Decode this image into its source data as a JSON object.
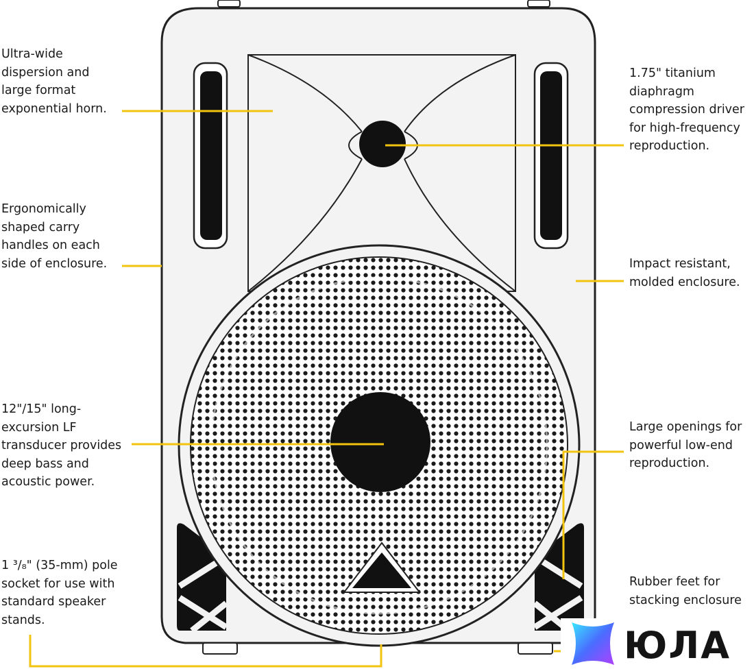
{
  "labels": {
    "horn": "Ultra-wide\ndispersion and\nlarge format\nexponential horn.",
    "driver": "1.75\" titanium\ndiaphragm\ncompression driver\nfor high-frequency\nreproduction.",
    "handles": "Ergonomically\nshaped carry\nhandles on each\nside of enclosure.",
    "enclosure": "Impact resistant,\nmolded enclosure.",
    "transducer": "12\"/15\" long-\nexcursion LF\ntransducer provides\ndeep bass and\nacoustic power.",
    "openings": "Large openings for\npowerful low-end\nreproduction.",
    "socket": "1 ³/₈\" (35-mm) pole\nsocket for use with\nstandard speaker\nstands.",
    "feet": "Rubber feet for\nstacking enclosure"
  },
  "watermark": {
    "text": "ЮЛА"
  },
  "colors": {
    "leader": "#f2c40f",
    "outline": "#222222",
    "dark_fill": "#111111",
    "cabinet": "#f3f3f3"
  }
}
